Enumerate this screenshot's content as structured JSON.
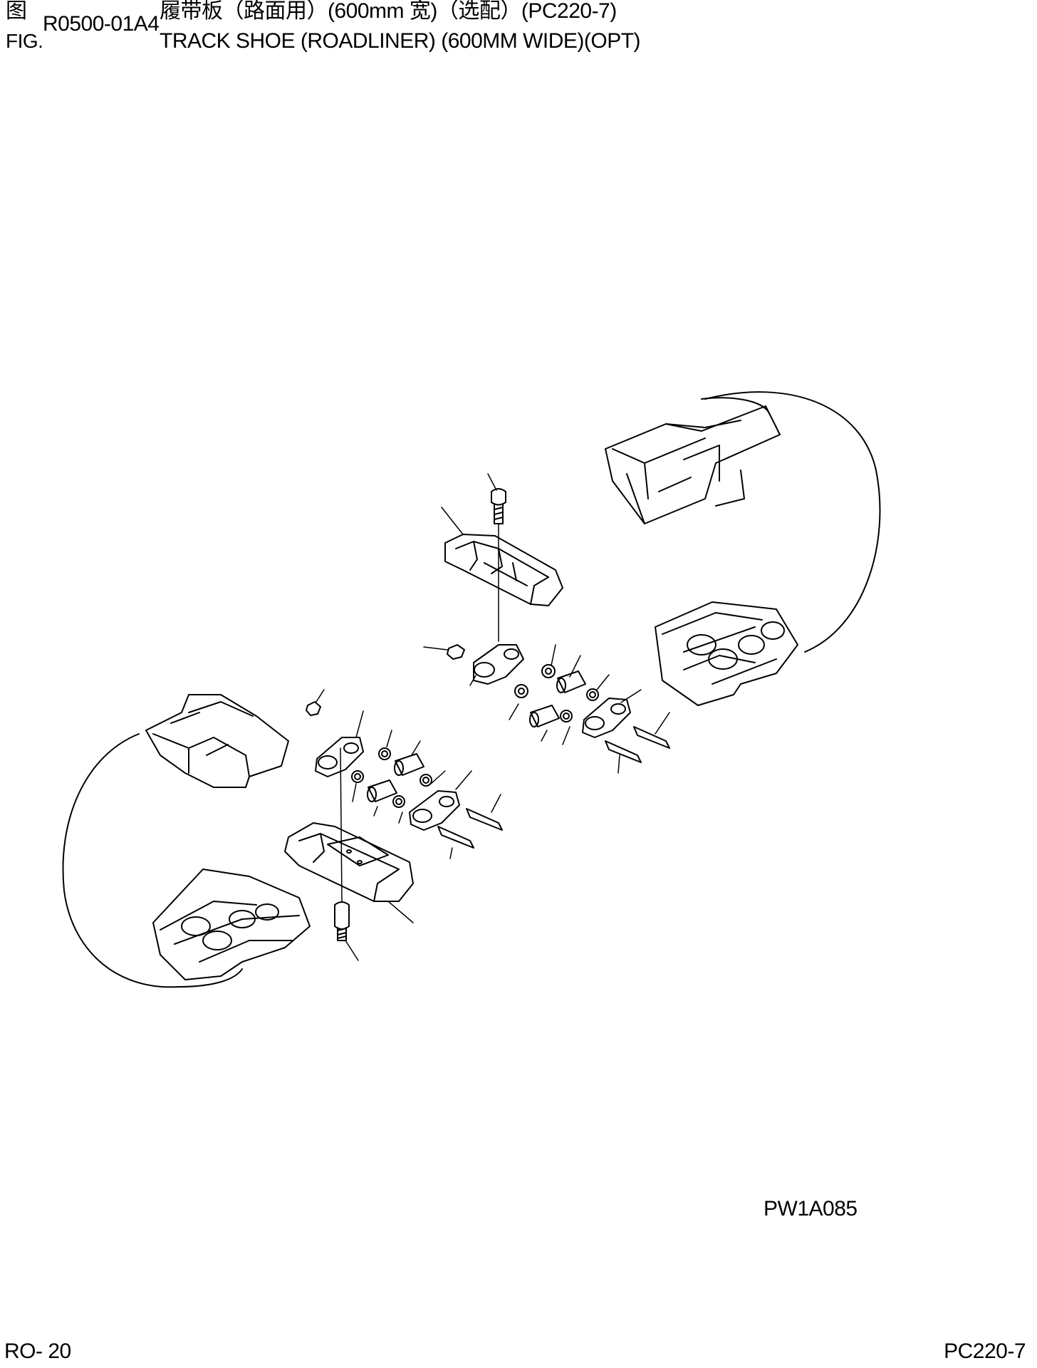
{
  "header": {
    "label_cn": "图",
    "label_en": "FIG.",
    "figure_code": "R0500-01A4",
    "title_cn": "履带板（路面用）(600mm 宽)（选配）(PC220-7)",
    "title_en": "TRACK SHOE (ROADLINER) (600MM WIDE)(OPT)"
  },
  "drawing": {
    "reference": "PW1A085"
  },
  "footer": {
    "page": "RO- 20",
    "model": "PC220-7"
  }
}
